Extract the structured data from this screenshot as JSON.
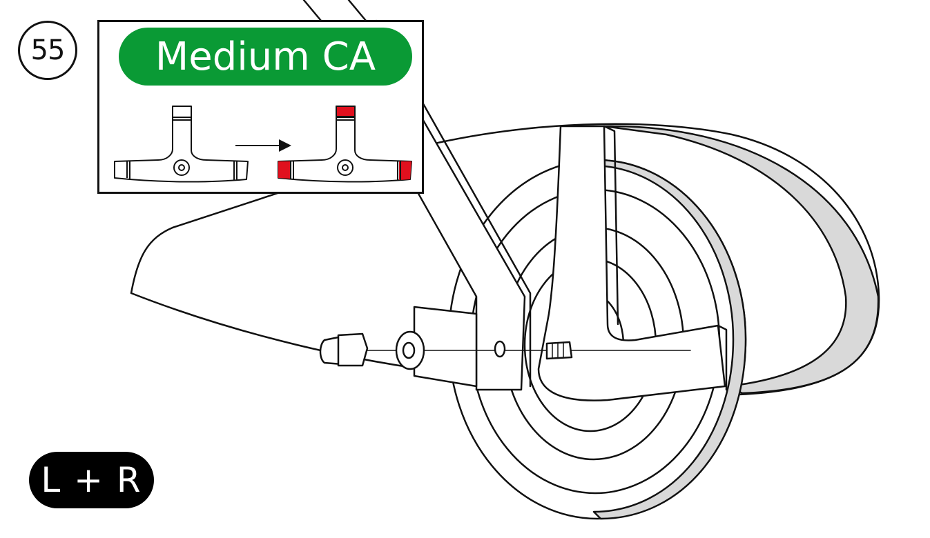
{
  "step": {
    "number": "55"
  },
  "setting_panel": {
    "title": "Medium CA",
    "title_bg": "#0a9a35",
    "marker_color": "#e0101e"
  },
  "side_badge": {
    "label": "L + R"
  }
}
